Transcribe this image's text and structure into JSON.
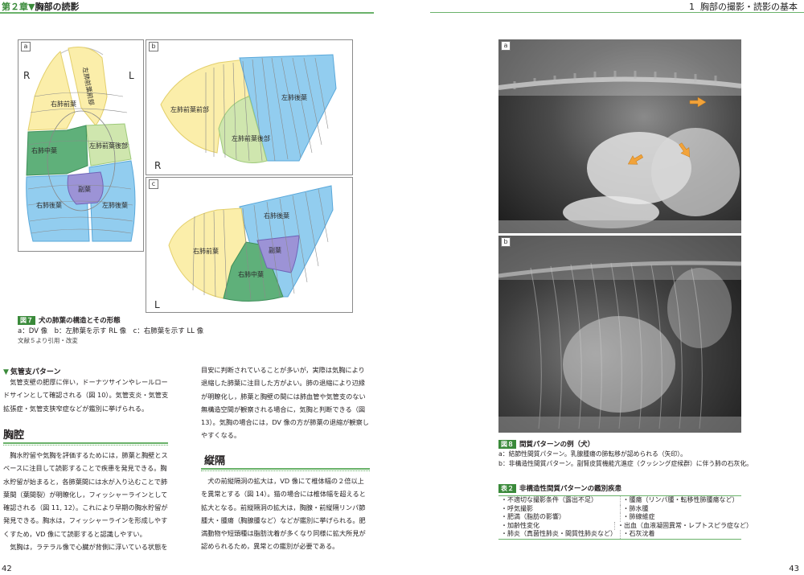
{
  "header": {
    "chapter": "第２章",
    "left_title": "胸部の読影",
    "right_num": "1",
    "right_title": "胸部の撮影・読影の基本"
  },
  "fig7": {
    "labels": {
      "a": "a",
      "b": "b",
      "c": "c"
    },
    "a": {
      "R": "R",
      "L": "L",
      "lobes": [
        "左肺前葉前部",
        "右肺前葉",
        "右肺中葉",
        "左肺前葉後部",
        "副葉",
        "右肺後葉",
        "左肺後葉"
      ]
    },
    "b": {
      "R": "R",
      "lobes": [
        "左肺前葉前部",
        "左肺後葉",
        "左肺前葉後部"
      ]
    },
    "c": {
      "L": "L",
      "lobes": [
        "右肺後葉",
        "副葉",
        "右肺前葉",
        "右肺中葉"
      ]
    },
    "tag": "図７",
    "title": "犬の肺葉の構造とその形態",
    "caption": "a：DV 像　b：左肺葉を示す RL 像　c：右肺葉を示す LL 像",
    "source": "文献５より引用・改変"
  },
  "left": {
    "subhead1": "気管支パターン",
    "para1": [
      "気管支壁の肥厚に伴い，ドーナツサインやレールロードサインとして確認される（図 10）。気管支炎・気管支拡張症・気管支狭窄症などが鑑別に挙げられる。"
    ],
    "sec1": "胸腔",
    "para2": [
      "胸水貯留や気胸を評価するためには，肺葉と胸壁とスペースに注目して読影することで疾患を発見できる。胸水貯留が始まると，各肺葉間には水が入り込むことで肺葉間（葉間裂）が明瞭化し，フィッシャーラインとして確認される（図 11, 12）。これにより早期の胸水貯留が発見できる。胸水は，フィッシャーラインを形成しやすくすため，VD 像にて読影すると認識しやすい。",
      "気胸は，ラテラル像で心臓が背側に浮いている状態を"
    ],
    "para3": [
      "目安に判断されていることが多いが，実際は気胸により退縮した肺葉に注目した方がよい。肺の退縮により辺縁が明瞭化し，肺葉と胸壁の間には肺血管や気管支のない無構造空間が観察される場合に，気胸と判断できる（図 13）。気胸の場合には，DV 像の方が肺葉の退縮が観察しやすくなる。"
    ],
    "sec2": "縦隔",
    "para4": [
      "犬の前縦隔洞の拡大は，VD 像にて椎体幅の２倍以上を異常とする（図 14）。猫の場合には椎体幅を超えると拡大となる。前縦隔洞の拡大は，胸腺・前縦隔リンパ節腫大・腫瘍（胸腺腫など）などが鑑別に挙げられる。肥満動物や短頭種は脂肪沈着が多くなり同様に拡大所見が認められるため，異常との鑑別が必要である。"
    ]
  },
  "fig8": {
    "labels": {
      "a": "a",
      "b": "b"
    },
    "tag": "図８",
    "title": "間質パターンの例（犬）",
    "captions": [
      "a：結節性間質パターン。乳腺腫瘍の肺転移が認められる（矢印）。",
      "b：非構造性間質パターン。副腎皮質機能亢進症（クッシング症候群）に伴う肺の石灰化。"
    ]
  },
  "table2": {
    "tag": "表２",
    "title": "非構造性間質パターンの鑑別疾患",
    "left_col": [
      "・不適切な撮影条件（露出不足）",
      "・呼気撮影",
      "・肥満（脂肪の影響）",
      "・加齢性変化",
      "・肺炎（真菌性肺炎・間質性肺炎など）"
    ],
    "right_col": [
      "・腫瘍（リンパ腫・転移性肺腫瘍など）",
      "・肺水腫",
      "・肺線維症",
      "・出血（血液凝固異常・レプトスピラ症など）",
      "・石灰沈着"
    ]
  },
  "page_numbers": {
    "left": "42",
    "right": "43"
  }
}
